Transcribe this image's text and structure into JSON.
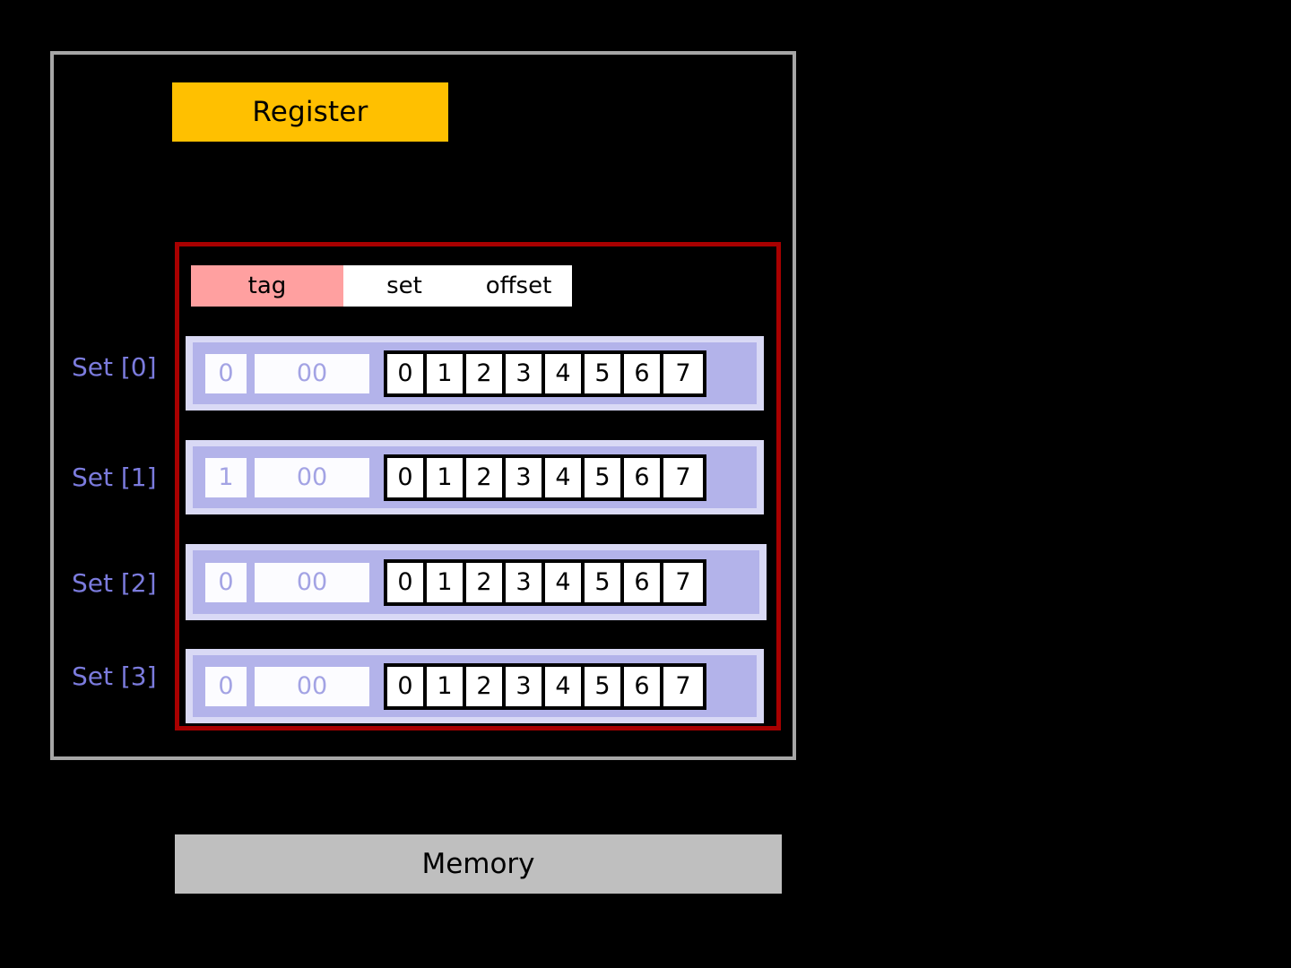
{
  "diagram": {
    "background_color": "#000000",
    "outer_frame": {
      "name": "cpu-cache-enclosure",
      "border_color": "#a6a6a6"
    },
    "register": {
      "label": "Register",
      "fill_color": "#ffc000",
      "text_color": "#000000"
    },
    "cache_boundary": {
      "border_color": "#a80000"
    },
    "address_header": {
      "fields": [
        {
          "label": "tag",
          "fill_color": "#ffa0a0"
        },
        {
          "label": "set",
          "fill_color": "#ffffff"
        },
        {
          "label": "offset",
          "fill_color": "#ffffff"
        }
      ]
    },
    "byte_offsets": [
      "0",
      "1",
      "2",
      "3",
      "4",
      "5",
      "6",
      "7"
    ],
    "sets": [
      {
        "label": "Set [0]",
        "valid_tag": "0",
        "set_index": "00",
        "bytes": [
          "0",
          "1",
          "2",
          "3",
          "4",
          "5",
          "6",
          "7"
        ]
      },
      {
        "label": "Set [1]",
        "valid_tag": "1",
        "set_index": "00",
        "bytes": [
          "0",
          "1",
          "2",
          "3",
          "4",
          "5",
          "6",
          "7"
        ]
      },
      {
        "label": "Set [2]",
        "valid_tag": "0",
        "set_index": "00",
        "bytes": [
          "0",
          "1",
          "2",
          "3",
          "4",
          "5",
          "6",
          "7"
        ]
      },
      {
        "label": "Set [3]",
        "valid_tag": "0",
        "set_index": "00",
        "bytes": [
          "0",
          "1",
          "2",
          "3",
          "4",
          "5",
          "6",
          "7"
        ]
      }
    ],
    "memory": {
      "label": "Memory",
      "fill_color": "#bfbfbf",
      "text_color": "#000000"
    },
    "palette": {
      "set_label_color": "#7b7bdd",
      "row_outer_lavender": "#d9d9f5",
      "row_inner_lavender": "#b3b3ea",
      "meta_text_color": "#a3a3e4"
    }
  }
}
